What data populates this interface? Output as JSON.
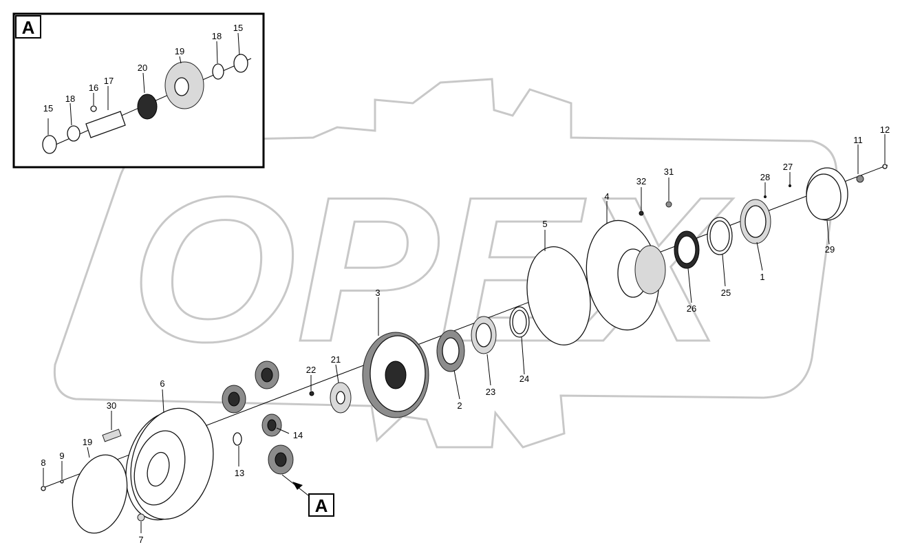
{
  "inset": {
    "title": "A"
  },
  "callout": {
    "label": "A"
  },
  "corner_mark": "",
  "watermark": {
    "text": "OPEX"
  },
  "labels": [
    {
      "id": "inset-15a",
      "text": "15"
    },
    {
      "id": "inset-18a",
      "text": "18"
    },
    {
      "id": "inset-16",
      "text": "16"
    },
    {
      "id": "inset-17",
      "text": "17"
    },
    {
      "id": "inset-20",
      "text": "20"
    },
    {
      "id": "inset-19",
      "text": "19"
    },
    {
      "id": "inset-18b",
      "text": "18"
    },
    {
      "id": "inset-15b",
      "text": "15"
    },
    {
      "id": "p1",
      "text": "1"
    },
    {
      "id": "p2",
      "text": "2"
    },
    {
      "id": "p3",
      "text": "3"
    },
    {
      "id": "p4",
      "text": "4"
    },
    {
      "id": "p5",
      "text": "5"
    },
    {
      "id": "p6",
      "text": "6"
    },
    {
      "id": "p7",
      "text": "7"
    },
    {
      "id": "p8",
      "text": "8"
    },
    {
      "id": "p9",
      "text": "9"
    },
    {
      "id": "p11",
      "text": "11"
    },
    {
      "id": "p12",
      "text": "12"
    },
    {
      "id": "p13",
      "text": "13"
    },
    {
      "id": "p14",
      "text": "14"
    },
    {
      "id": "p19",
      "text": "19"
    },
    {
      "id": "p21",
      "text": "21"
    },
    {
      "id": "p22",
      "text": "22"
    },
    {
      "id": "p23",
      "text": "23"
    },
    {
      "id": "p24",
      "text": "24"
    },
    {
      "id": "p25",
      "text": "25"
    },
    {
      "id": "p26",
      "text": "26"
    },
    {
      "id": "p27",
      "text": "27"
    },
    {
      "id": "p28",
      "text": "28"
    },
    {
      "id": "p29",
      "text": "29"
    },
    {
      "id": "p30",
      "text": "30"
    },
    {
      "id": "p31",
      "text": "31"
    },
    {
      "id": "p32",
      "text": "32"
    }
  ]
}
